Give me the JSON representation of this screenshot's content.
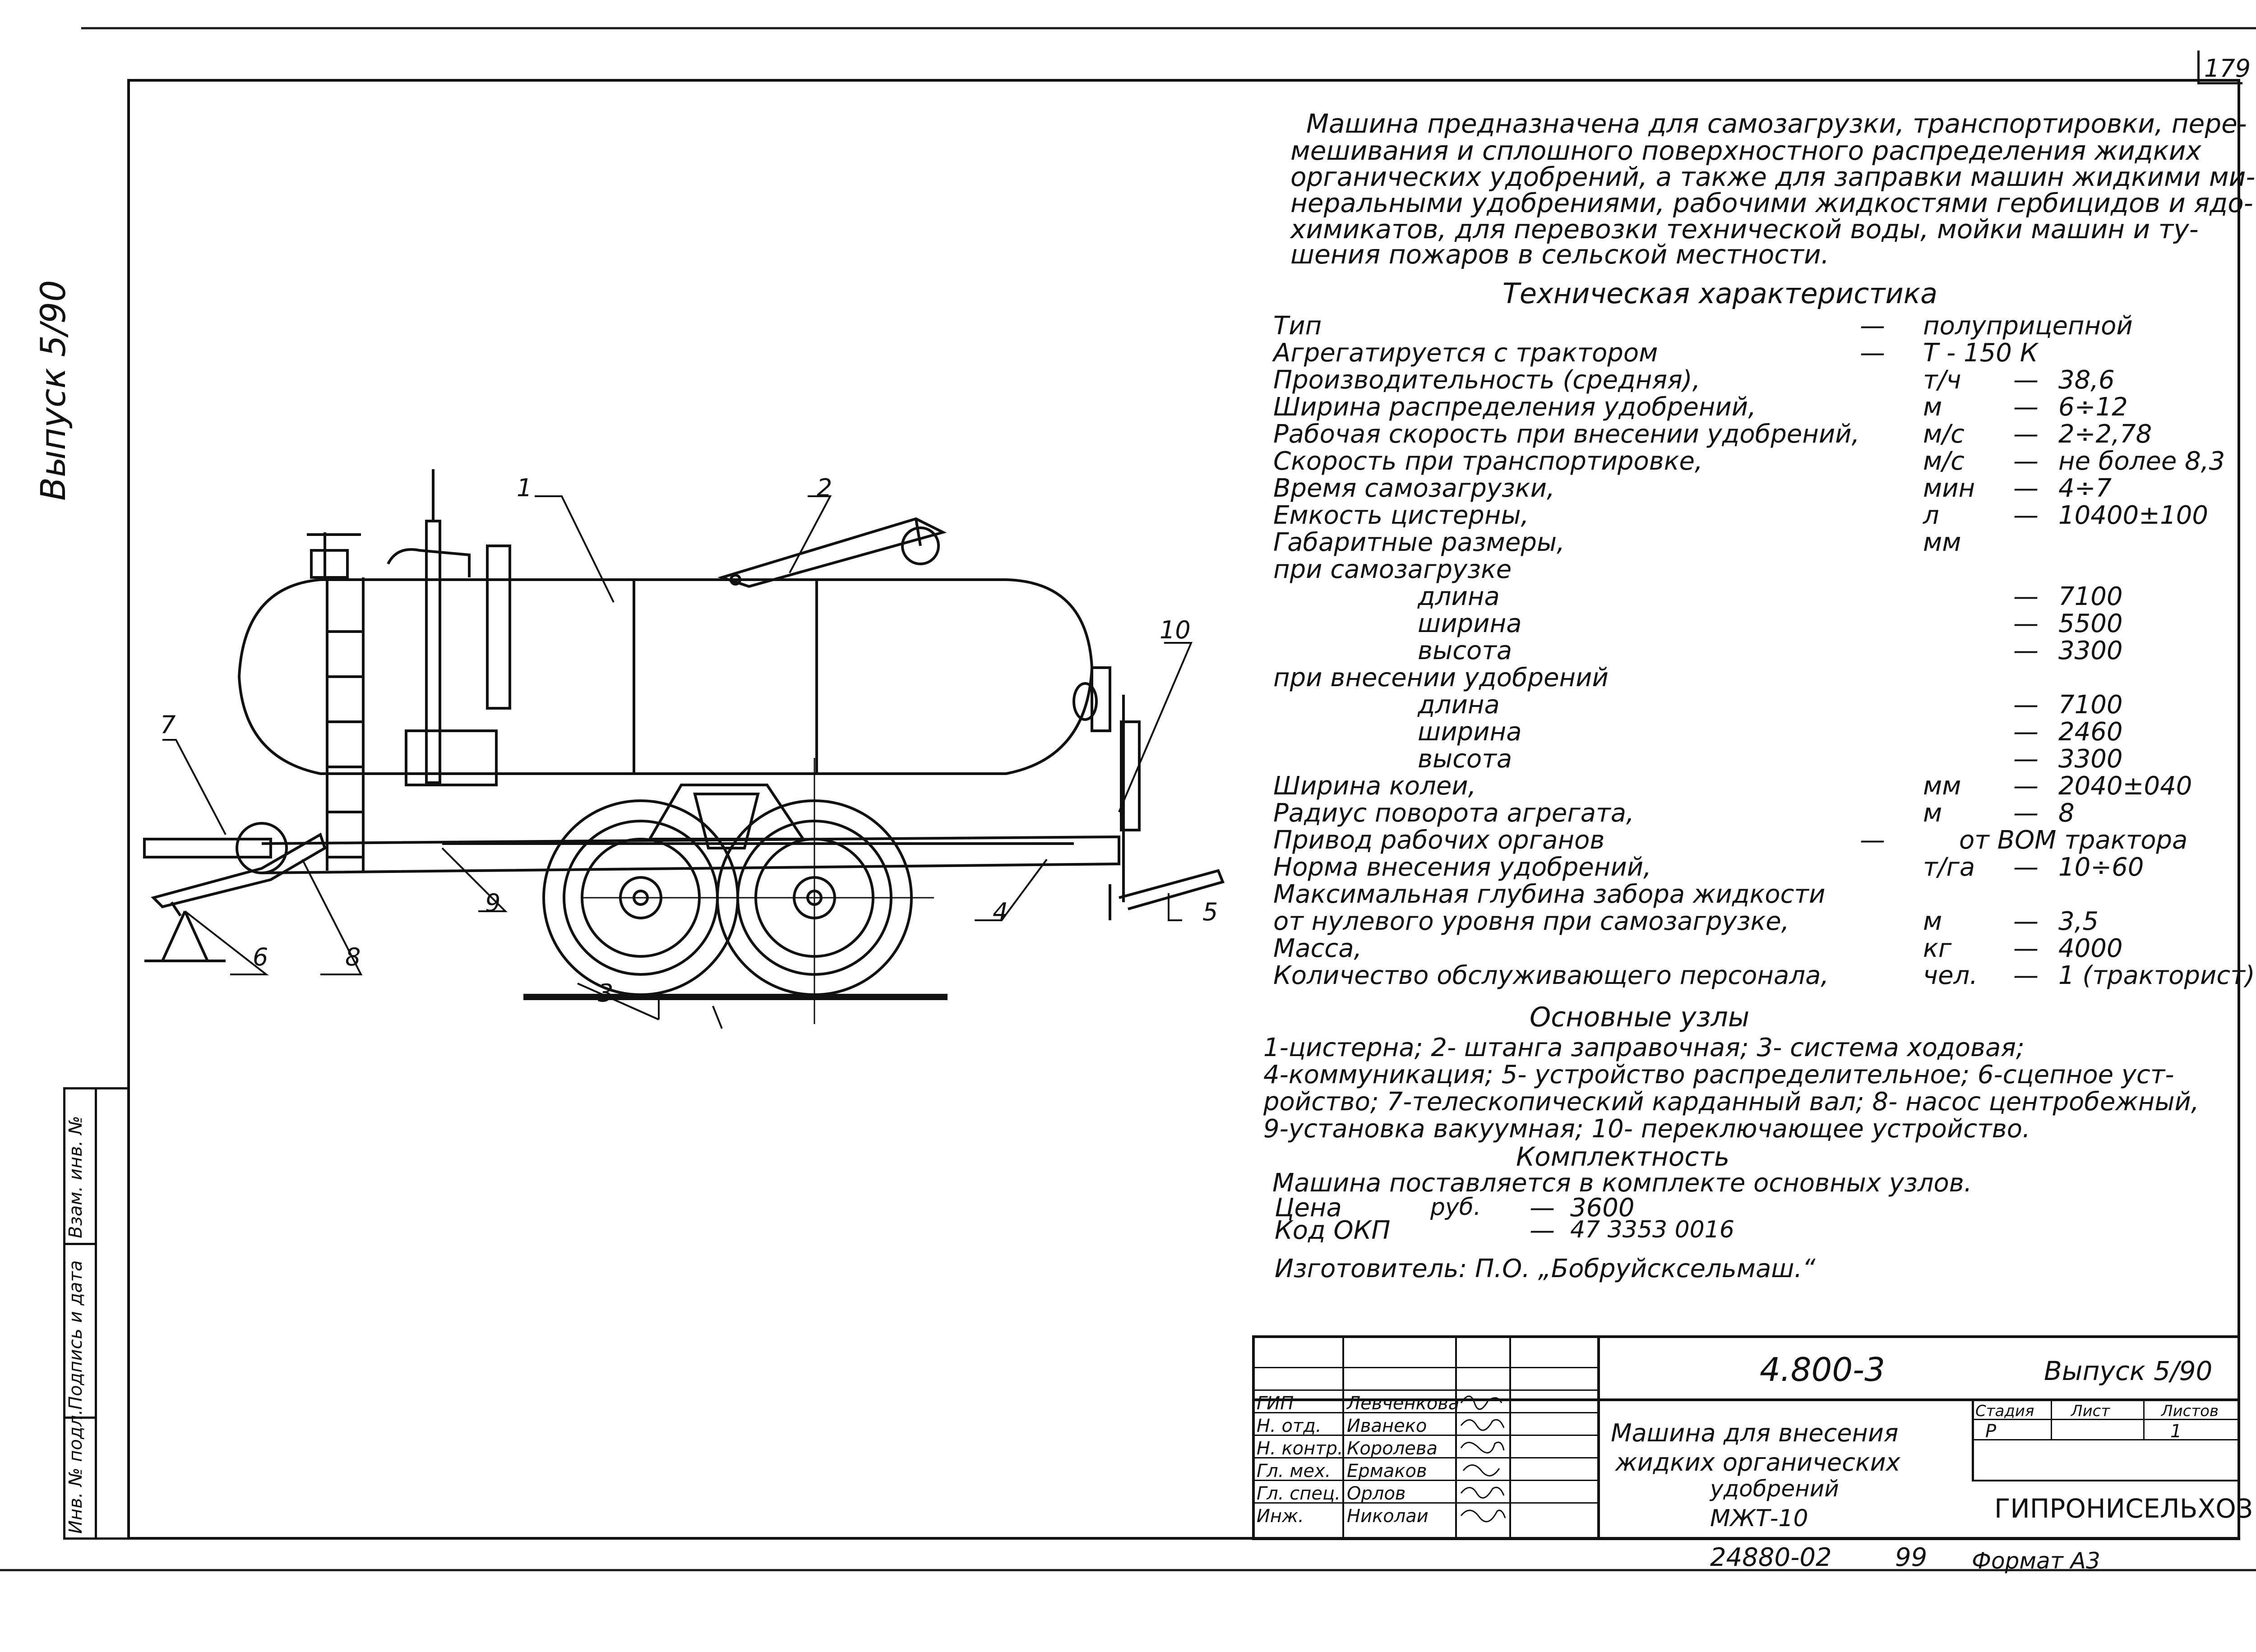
{
  "page_number": "179",
  "vertical_header": "Выпуск 5/90",
  "side_stamp_labels": [
    "Инв. № подл.",
    "Подпись и дата",
    "Взам. инв. №"
  ],
  "description": [
    "Машина предназначена для самозагрузки, транспортировки, пере-",
    "мешивания и сплошного поверхностного распределения жидких",
    "органических удобрений, а также для заправки машин жидкими ми-",
    "неральными удобрениями, рабочими жидкостями гербицидов и ядо-",
    "химикатов, для перевозки технической воды, мойки машин и ту-",
    "шения пожаров в сельской местности."
  ],
  "spec_title": "Техническая характеристика",
  "specs": [
    {
      "name": "Тип",
      "unit": "",
      "dash": "—",
      "value": "полуприцепной"
    },
    {
      "name": "Агрегатируется с трактором",
      "unit": "",
      "dash": "—",
      "value": "Т - 150 К"
    },
    {
      "name": "Производительность (средняя),",
      "unit": "т/ч",
      "dash": "—",
      "value": "38,6"
    },
    {
      "name": "Ширина распределения удобрений,",
      "unit": "м",
      "dash": "—",
      "value": "6÷12"
    },
    {
      "name": "Рабочая скорость при внесении удобрений,",
      "unit": "м/с",
      "dash": "—",
      "value": "2÷2,78"
    },
    {
      "name": "Скорость при транспортировке,",
      "unit": "м/с",
      "dash": "—",
      "value": "не более 8,3"
    },
    {
      "name": "Время самозагрузки,",
      "unit": "мин",
      "dash": "—",
      "value": "4÷7"
    },
    {
      "name": "Емкость цистерны,",
      "unit": "л",
      "dash": "—",
      "value": "10400±100"
    },
    {
      "name": "Габаритные размеры,",
      "unit": "мм",
      "dash": "",
      "value": ""
    },
    {
      "name": "при самозагрузке",
      "unit": "",
      "dash": "",
      "value": ""
    },
    {
      "name": "длина",
      "unit": "",
      "dash": "—",
      "value": "7100",
      "indent": true
    },
    {
      "name": "ширина",
      "unit": "",
      "dash": "—",
      "value": "5500",
      "indent": true
    },
    {
      "name": "высота",
      "unit": "",
      "dash": "—",
      "value": "3300",
      "indent": true
    },
    {
      "name": "при внесении удобрений",
      "unit": "",
      "dash": "",
      "value": ""
    },
    {
      "name": "длина",
      "unit": "",
      "dash": "—",
      "value": "7100",
      "indent": true
    },
    {
      "name": "ширина",
      "unit": "",
      "dash": "—",
      "value": "2460",
      "indent": true
    },
    {
      "name": "высота",
      "unit": "",
      "dash": "—",
      "value": "3300",
      "indent": true
    },
    {
      "name": "Ширина колеи,",
      "unit": "мм",
      "dash": "—",
      "value": "2040±040"
    },
    {
      "name": "Радиус поворота агрегата,",
      "unit": "м",
      "dash": "—",
      "value": "8"
    },
    {
      "name": "Привод рабочих органов",
      "unit": "",
      "dash": "—",
      "value": "от ВОМ трактора"
    },
    {
      "name": "Норма внесения удобрений,",
      "unit": "т/га",
      "dash": "—",
      "value": "10÷60"
    },
    {
      "name": "Максимальная глубина забора жидкости",
      "unit": "",
      "dash": "",
      "value": ""
    },
    {
      "name": "от нулевого уровня при самозагрузке,",
      "unit": "м",
      "dash": "—",
      "value": "3,5"
    },
    {
      "name": "Масса,",
      "unit": "кг",
      "dash": "—",
      "value": "4000"
    },
    {
      "name": "Количество обслуживающего персонала,",
      "unit": "чел.",
      "dash": "—",
      "value": "1 (тракторист)"
    }
  ],
  "units_title": "Основные узлы",
  "units_lines": [
    "1-цистерна; 2- штанга заправочная; 3- система ходовая;",
    "4-коммуникация; 5- устройство распределительное; 6-сцепное уст-",
    "ройство; 7-телескопический карданный вал; 8- насос центробежный,",
    "9-установка вакуумная; 10- переключающее устройство."
  ],
  "kit_title": "Комплектность",
  "kit_text": "Машина поставляется в комплекте основных узлов.",
  "price_label": "Цена",
  "price_unit": "руб.",
  "price_dash": "—",
  "price_value": "3600",
  "okp_label": "Код ОКП",
  "okp_dash": "—",
  "okp_value": "47 3353 0016",
  "manufacturer": "Изготовитель: П.О. „Бобруйсксельмаш.“",
  "drawing_callouts": [
    "1",
    "2",
    "3",
    "4",
    "5",
    "6",
    "7",
    "8",
    "9",
    "10"
  ],
  "title_block": {
    "doc_code": "4.800-3",
    "issue": "Выпуск 5/90",
    "roles": [
      {
        "role": "ГИП",
        "name": "Левченкова"
      },
      {
        "role": "Н. отд.",
        "name": "Иванеко"
      },
      {
        "role": "Н. контр.",
        "name": "Королева"
      },
      {
        "role": "Гл. мех.",
        "name": "Ермаков"
      },
      {
        "role": "Гл. спец.",
        "name": "Орлов"
      },
      {
        "role": "Инж.",
        "name": "Николаи"
      }
    ],
    "title_lines": [
      "Машина для внесения",
      "жидких органических",
      "удобрений",
      "МЖТ-10"
    ],
    "stage_label": "Стадия",
    "sheet_label": "Лист",
    "sheets_label": "Листов",
    "stage_value": "Р",
    "sheets_value": "1",
    "org": "ГИПРОНИСЕЛЬХОЗ"
  },
  "footer_number": "24880-02",
  "footer_page": "99",
  "format": "Формат А3"
}
